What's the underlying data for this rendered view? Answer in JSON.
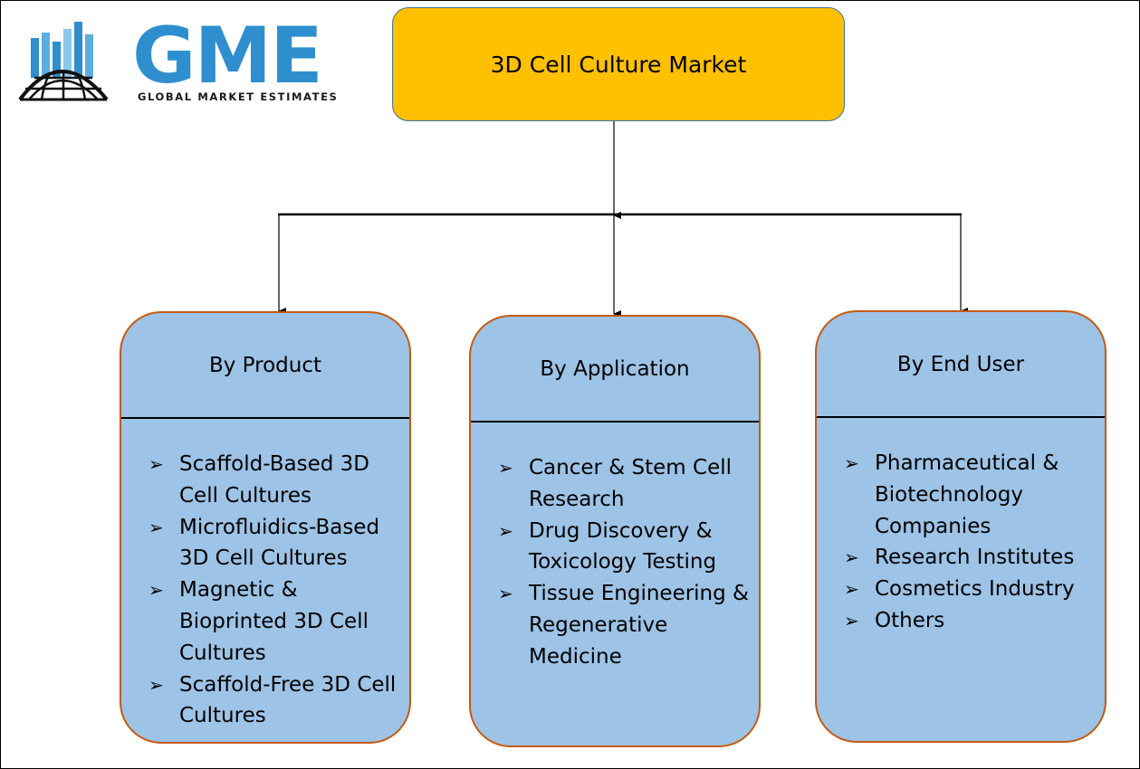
{
  "logo": {
    "brand": "GME",
    "tagline": "GLOBAL MARKET ESTIMATES",
    "brand_color": "#2f8fce"
  },
  "root": {
    "label": "3D Cell Culture Market",
    "fill": "#ffc000"
  },
  "categories": [
    {
      "title": "By Product",
      "items": [
        "Scaffold-Based 3D Cell Cultures",
        "Microfluidics-Based 3D Cell Cultures",
        "Magnetic & Bioprinted 3D Cell Cultures",
        "Scaffold-Free 3D Cell Cultures"
      ]
    },
    {
      "title": "By Application",
      "items": [
        "Cancer & Stem Cell Research",
        "Drug Discovery & Toxicology Testing",
        "Tissue Engineering & Regenerative Medicine"
      ]
    },
    {
      "title": "By End User",
      "items": [
        "Pharmaceutical & Biotechnology Companies",
        "Research Institutes",
        "Cosmetics Industry",
        "Others"
      ]
    }
  ],
  "colors": {
    "card_fill": "#9dc3e6",
    "card_border": "#c55a11",
    "root_border": "#41719c"
  },
  "icons": {
    "bullet": "arrowhead-bullet-icon"
  }
}
